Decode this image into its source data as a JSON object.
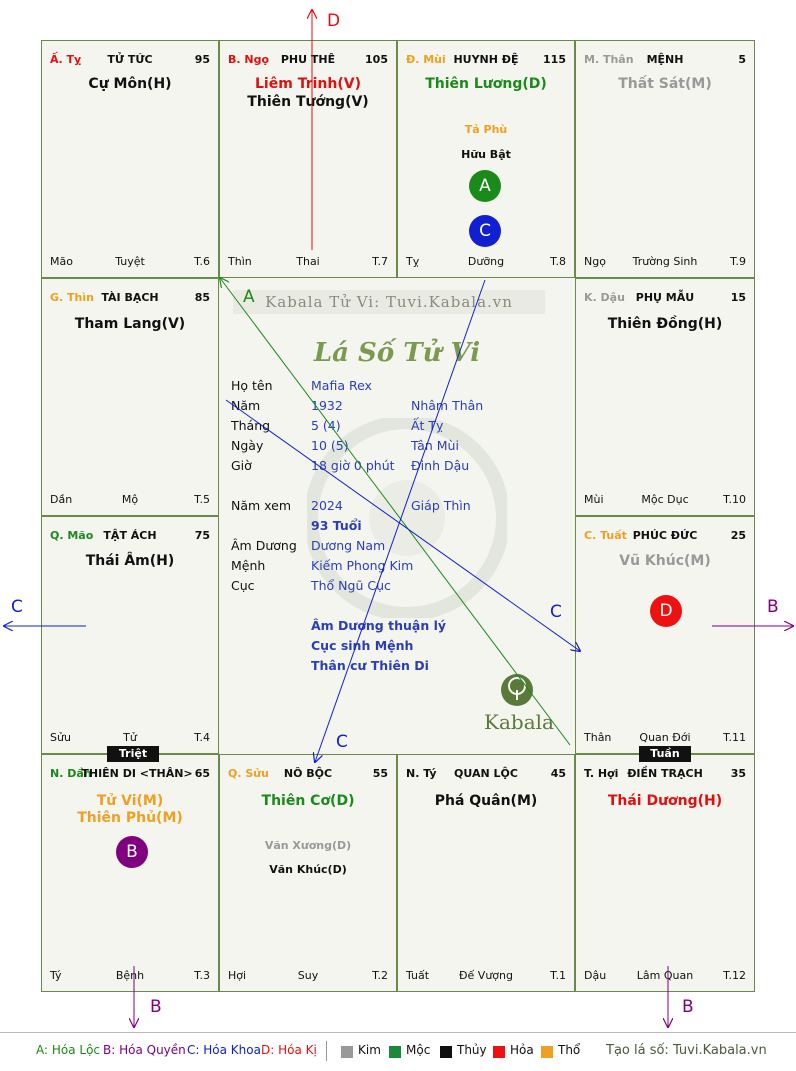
{
  "watermark": "Kabala Tử Vi: Tuvi.Kabala.vn",
  "chart_title": "Lá Số Tử Vi",
  "logo_text": "Kabala",
  "palaces": {
    "p1": {
      "can": "Ấ. Tỵ",
      "name": "TỬ TỨC",
      "num": "95",
      "major1": "Cự Môn(H)",
      "major2": "",
      "minor1": "",
      "minor2": "",
      "foot_l": "Mão",
      "foot_m": "Tuyệt",
      "foot_r": "T.6"
    },
    "p2": {
      "can": "B. Ngọ",
      "name": "PHU THÊ",
      "num": "105",
      "major1": "Liêm Trinh(V)",
      "major2": "Thiên Tướng(V)",
      "minor1": "",
      "minor2": "",
      "foot_l": "Thìn",
      "foot_m": "Thai",
      "foot_r": "T.7"
    },
    "p3": {
      "can": "Đ. Mùi",
      "name": "HUYNH ĐỆ",
      "num": "115",
      "major1": "Thiên Lương(D)",
      "major2": "",
      "minor1": "Tả Phù",
      "minor2": "Hữu Bật",
      "foot_l": "Tỵ",
      "foot_m": "Dưỡng",
      "foot_r": "T.8"
    },
    "p4": {
      "can": "M. Thân",
      "name": "MỆNH",
      "num": "5",
      "major1": "Thất Sát(M)",
      "major2": "",
      "minor1": "",
      "minor2": "",
      "foot_l": "Ngọ",
      "foot_m": "Trường Sinh",
      "foot_r": "T.9"
    },
    "p5": {
      "can": "G. Thìn",
      "name": "TÀI BẠCH",
      "num": "85",
      "major1": "Tham Lang(V)",
      "major2": "",
      "minor1": "",
      "minor2": "",
      "foot_l": "Dần",
      "foot_m": "Mộ",
      "foot_r": "T.5"
    },
    "p6": {
      "can": "K. Dậu",
      "name": "PHỤ MẪU",
      "num": "15",
      "major1": "Thiên Đồng(H)",
      "major2": "",
      "minor1": "",
      "minor2": "",
      "foot_l": "Mùi",
      "foot_m": "Mộc Dục",
      "foot_r": "T.10"
    },
    "p7": {
      "can": "Q. Mão",
      "name": "TẬT ÁCH",
      "num": "75",
      "major1": "Thái Âm(H)",
      "major2": "",
      "minor1": "",
      "minor2": "",
      "foot_l": "Sửu",
      "foot_m": "Tử",
      "foot_r": "T.4"
    },
    "p8": {
      "can": "C. Tuất",
      "name": "PHÚC ĐỨC",
      "num": "25",
      "major1": "Vũ Khúc(M)",
      "major2": "",
      "minor1": "",
      "minor2": "",
      "foot_l": "Thân",
      "foot_m": "Quan Đới",
      "foot_r": "T.11"
    },
    "p9": {
      "can": "N. Dần",
      "name": "THIÊN DI <THÂN>",
      "num": "65",
      "major1": "Tử Vi(M)",
      "major2": "Thiên Phủ(M)",
      "minor1": "",
      "minor2": "",
      "foot_l": "Tý",
      "foot_m": "Bệnh",
      "foot_r": "T.3"
    },
    "p10": {
      "can": "Q. Sửu",
      "name": "NÔ BỘC",
      "num": "55",
      "major1": "Thiên Cơ(D)",
      "major2": "",
      "minor1": "Văn Xương(D)",
      "minor2": "Văn Khúc(D)",
      "foot_l": "Hợi",
      "foot_m": "Suy",
      "foot_r": "T.2"
    },
    "p11": {
      "can": "N. Tý",
      "name": "QUAN LỘC",
      "num": "45",
      "major1": "Phá Quân(M)",
      "major2": "",
      "minor1": "",
      "minor2": "",
      "foot_l": "Tuất",
      "foot_m": "Đế Vượng",
      "foot_r": "T.1"
    },
    "p12": {
      "can": "T. Hợi",
      "name": "ĐIỀN TRẠCH",
      "num": "35",
      "major1": "Thái Dương(H)",
      "major2": "",
      "minor1": "",
      "minor2": "",
      "foot_l": "Dậu",
      "foot_m": "Lâm Quan",
      "foot_r": "T.12"
    }
  },
  "tags": {
    "triet": "Triệt",
    "tuan": "Tuần"
  },
  "circles": {
    "a": "A",
    "b": "B",
    "c": "C",
    "d": "D"
  },
  "center": {
    "ho_ten_label": "Họ tên",
    "ho_ten": "Mafia Rex",
    "nam_label": "Năm",
    "nam": "1932",
    "nam_cc": "Nhâm Thân",
    "thang_label": "Tháng",
    "thang": "5  (4)",
    "thang_cc": "Ất Tỵ",
    "ngay_label": "Ngày",
    "ngay": "10  (5)",
    "ngay_cc": "Tân Mùi",
    "gio_label": "Giờ",
    "gio": "18 giờ 0 phút",
    "gio_cc": "Đinh Dậu",
    "nam_xem_label": "Năm xem",
    "nam_xem": "2024",
    "nam_xem_cc": "Giáp Thìn",
    "tuoi": "93 Tuổi",
    "am_duong_label": "Âm Dương",
    "am_duong": "Dương Nam",
    "menh_label": "Mệnh",
    "menh": "Kiếm Phong Kim",
    "cuc_label": "Cục",
    "cuc": "Thổ Ngũ Cục",
    "note1": "Âm Dương thuận lý",
    "note2": "Cục sinh Mệnh",
    "note3": "Thân cư Thiên Di"
  },
  "arrow_labels": {
    "top_d": "D",
    "a_label": "A",
    "c_left": "C",
    "c_mid": "C",
    "c_bottom": "C",
    "b_right": "B",
    "b_bottom_left": "B",
    "b_bottom_right": "B"
  },
  "legend": {
    "a": "A: Hóa Lộc",
    "b": "B: Hóa Quyền",
    "c": "C: Hóa Khoa",
    "d": "D: Hóa Kị",
    "kim": "Kim",
    "moc": "Mộc",
    "thuy": "Thủy",
    "hoa": "Hỏa",
    "tho": "Thổ",
    "site": "Tạo lá số: Tuvi.Kabala.vn"
  },
  "colors": {
    "green": "#1a8a1a",
    "red": "#e01010",
    "grey": "#999999",
    "orange": "#f0a020",
    "blue": "#1020d0",
    "purple": "#800080",
    "kim": "#999999",
    "moc": "#1a8a3a",
    "thuy": "#111111",
    "hoa": "#ee1111",
    "tho": "#f0a020"
  }
}
